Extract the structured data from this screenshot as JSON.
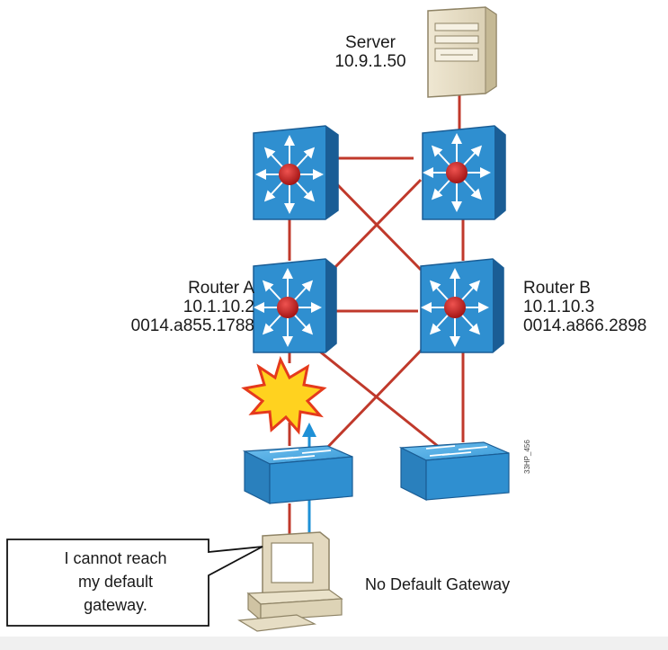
{
  "server": {
    "name": "Server",
    "ip": "10.9.1.50"
  },
  "router_a": {
    "name": "Router A",
    "ip": "10.1.10.2",
    "mac": "0014.a855.1788"
  },
  "router_b": {
    "name": "Router B",
    "ip": "10.1.10.3",
    "mac": "0014.a866.2898"
  },
  "pc": {
    "callout_lines": [
      "I cannot reach",
      "my default",
      "gateway."
    ],
    "status_label": "No Default Gateway"
  },
  "figure_code": "33HP_456",
  "colors": {
    "link": "#c0392b",
    "switch_blue": "#2f8fd0",
    "switch_dark": "#1a5d95",
    "router_core": "#c62828",
    "server_beige": "#e6dcc2",
    "blast_yellow": "#ffd21f",
    "blast_red": "#e53a1c",
    "up_arrow": "#1e90d6"
  },
  "icons": [
    "server-icon",
    "multilayer-switch-icon",
    "access-switch-icon",
    "pc-icon",
    "explosion-icon",
    "arrow-up-icon",
    "speech-bubble-icon"
  ]
}
